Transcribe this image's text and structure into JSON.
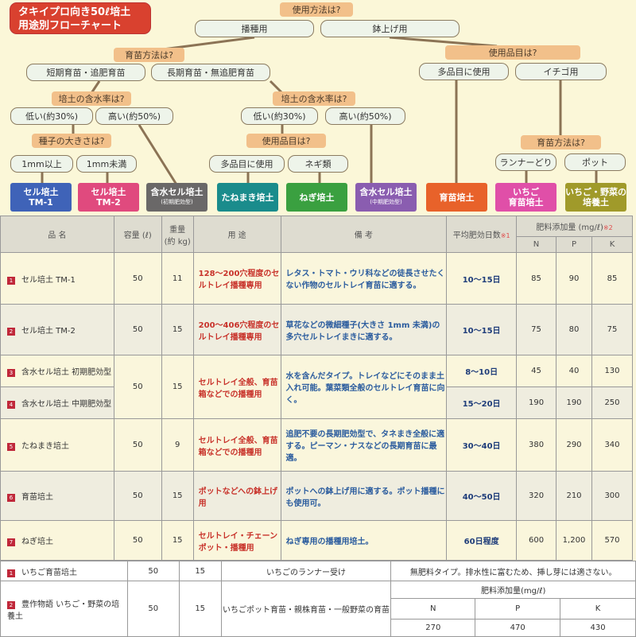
{
  "title": [
    "タキイプロ向き50ℓ培土",
    "用途別フローチャート"
  ],
  "flow": {
    "q_usage": "使用方法は?",
    "sowing": "播種用",
    "potting": "鉢上げ用",
    "q_method": "育苗方法は?",
    "short": "短期育苗・追肥育苗",
    "long": "長期育苗・無追肥育苗",
    "q_items_r": "使用品目は?",
    "multi_r": "多品目に使用",
    "strawberry": "イチゴ用",
    "q_moist_l": "培土の含水率は?",
    "q_moist_r": "培土の含水率は?",
    "low_l": "低い(約30%)",
    "high_l": "高い(約50%)",
    "low_r": "低い(約30%)",
    "high_r": "高い(約50%)",
    "q_seed": "種子の大きさは?",
    "q_items_m": "使用品目は?",
    "q_method_r": "育苗方法は?",
    "over1": "1mm以上",
    "under1": "1mm未満",
    "multi_m": "多品目に使用",
    "negi": "ネギ類",
    "runner": "ランナーどり",
    "pot": "ポット",
    "results": [
      {
        "l1": "セル培土",
        "l2": "TM-1",
        "color": "#3f63b8"
      },
      {
        "l1": "セル培土",
        "l2": "TM-2",
        "color": "#e04a7e"
      },
      {
        "l1": "含水セル培土",
        "sub": "(初期肥効型)",
        "color": "#6a6868"
      },
      {
        "l1": "たねまき培土",
        "color": "#1a8c8c"
      },
      {
        "l1": "ねぎ培土",
        "color": "#3aa040"
      },
      {
        "l1": "含水セル培土",
        "sub": "(中期肥効型)",
        "color": "#8a5db0"
      },
      {
        "l1": "育苗培土",
        "color": "#e8622a"
      },
      {
        "l1": "いちご",
        "l2": "育苗培土",
        "color": "#e04fa8"
      },
      {
        "l1": "いちご・野菜の",
        "l2": "培養土",
        "color": "#a09a2a"
      }
    ]
  },
  "table": {
    "headers": {
      "name": "品 名",
      "volume": "容量 (ℓ)",
      "weight": "重量",
      "weight2": "(約 kg)",
      "use": "用 途",
      "note": "備 考",
      "days": "平均肥効日数",
      "days_mark": "※1",
      "fert": "肥料添加量 (mg/ℓ)",
      "fert_mark": "※2",
      "n": "N",
      "p": "P",
      "k": "K"
    },
    "rows": [
      {
        "no": "1",
        "name": "セル培土 TM-1",
        "vol": "50",
        "wt": "11",
        "use": "128〜200穴程度のセルトレイ播種専用",
        "note": "レタス・トマト・ウリ科などの徒長させたくない作物のセルトレイ育苗に適する。",
        "days": "10〜15日",
        "n": "85",
        "p": "90",
        "k": "85"
      },
      {
        "no": "2",
        "name": "セル培土 TM-2",
        "vol": "50",
        "wt": "15",
        "use": "200〜406穴程度のセルトレイ播種専用",
        "note": "草花などの微細種子(大きさ 1mm 未満)の多穴セルトレイまきに適する。",
        "days": "10〜15日",
        "n": "75",
        "p": "80",
        "k": "75"
      },
      {
        "no": "3",
        "name": "含水セル培土 初期肥効型",
        "vol": "50",
        "wt": "15",
        "use": "セルトレイ全般、育苗箱などでの播種用",
        "note": "水を含んだタイプ。トレイなどにそのまま土入れ可能。葉菜類全般のセルトレイ育苗に向く。",
        "days": "8〜10日",
        "n": "45",
        "p": "40",
        "k": "130"
      },
      {
        "no": "4",
        "name": "含水セル培土 中期肥効型",
        "days": "15〜20日",
        "n": "190",
        "p": "190",
        "k": "250"
      },
      {
        "no": "5",
        "name": "たねまき培土",
        "vol": "50",
        "wt": "9",
        "use": "セルトレイ全般、育苗箱などでの播種用",
        "note": "追肥不要の長期肥効型で、タネまき全般に適する。ピーマン・ナスなどの長期育苗に最適。",
        "days": "30〜40日",
        "n": "380",
        "p": "290",
        "k": "340"
      },
      {
        "no": "6",
        "name": "育苗培土",
        "vol": "50",
        "wt": "15",
        "use": "ポットなどへの鉢上げ用",
        "note": "ポットへの鉢上げ用に適する。ポット播種にも使用可。",
        "days": "40〜50日",
        "n": "320",
        "p": "210",
        "k": "300"
      },
      {
        "no": "7",
        "name": "ねぎ培土",
        "vol": "50",
        "wt": "15",
        "use": "セルトレイ・チェーンポット・播種用",
        "note": "ねぎ専用の播種用培土。",
        "days": "60日程度",
        "n": "600",
        "p": "1,200",
        "k": "570"
      }
    ]
  },
  "table2": {
    "rows": [
      {
        "no": "1",
        "name": "いちご育苗培土",
        "vol": "50",
        "wt": "15",
        "use": "いちごのランナー受け",
        "note": "無肥料タイプ。排水性に富むため、挿し芽には適さない。"
      },
      {
        "no": "2",
        "name": "豊作物語 いちご・野菜の培養土",
        "vol": "50",
        "wt": "15",
        "use": "いちごポット育苗・親株育苗・一般野菜の育苗",
        "fert": "肥料添加量(mg/ℓ)",
        "n_label": "N",
        "p_label": "P",
        "k_label": "K",
        "n": "270",
        "p": "470",
        "k": "430"
      }
    ]
  }
}
